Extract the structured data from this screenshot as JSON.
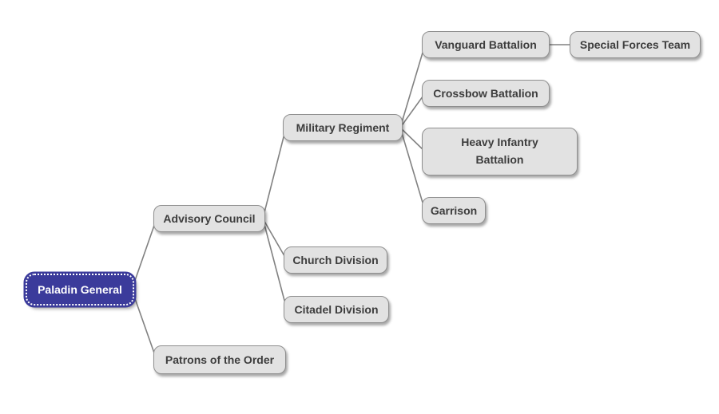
{
  "diagram_type": "mindmap-org-chart",
  "colors": {
    "background": "#ffffff",
    "root_bg": "#3b3b9b",
    "root_text": "#ffffff",
    "node_bg": "#e2e2e2",
    "node_border": "#8f8f8f",
    "text": "#3d3d3d",
    "line": "#818181"
  },
  "hierarchy": {
    "label": "Paladin General",
    "children": [
      {
        "label": "Advisory Council",
        "children": [
          {
            "label": "Military Regiment",
            "children": [
              {
                "label": "Vanguard Battalion",
                "children": [
                  {
                    "label": "Special Forces Team"
                  }
                ]
              },
              {
                "label": "Crossbow Battalion"
              },
              {
                "label": "Heavy Infantry Battalion"
              },
              {
                "label": "Garrison"
              }
            ]
          },
          {
            "label": "Church Division"
          },
          {
            "label": "Citadel Division"
          }
        ]
      },
      {
        "label": "Patrons of the Order"
      }
    ]
  }
}
